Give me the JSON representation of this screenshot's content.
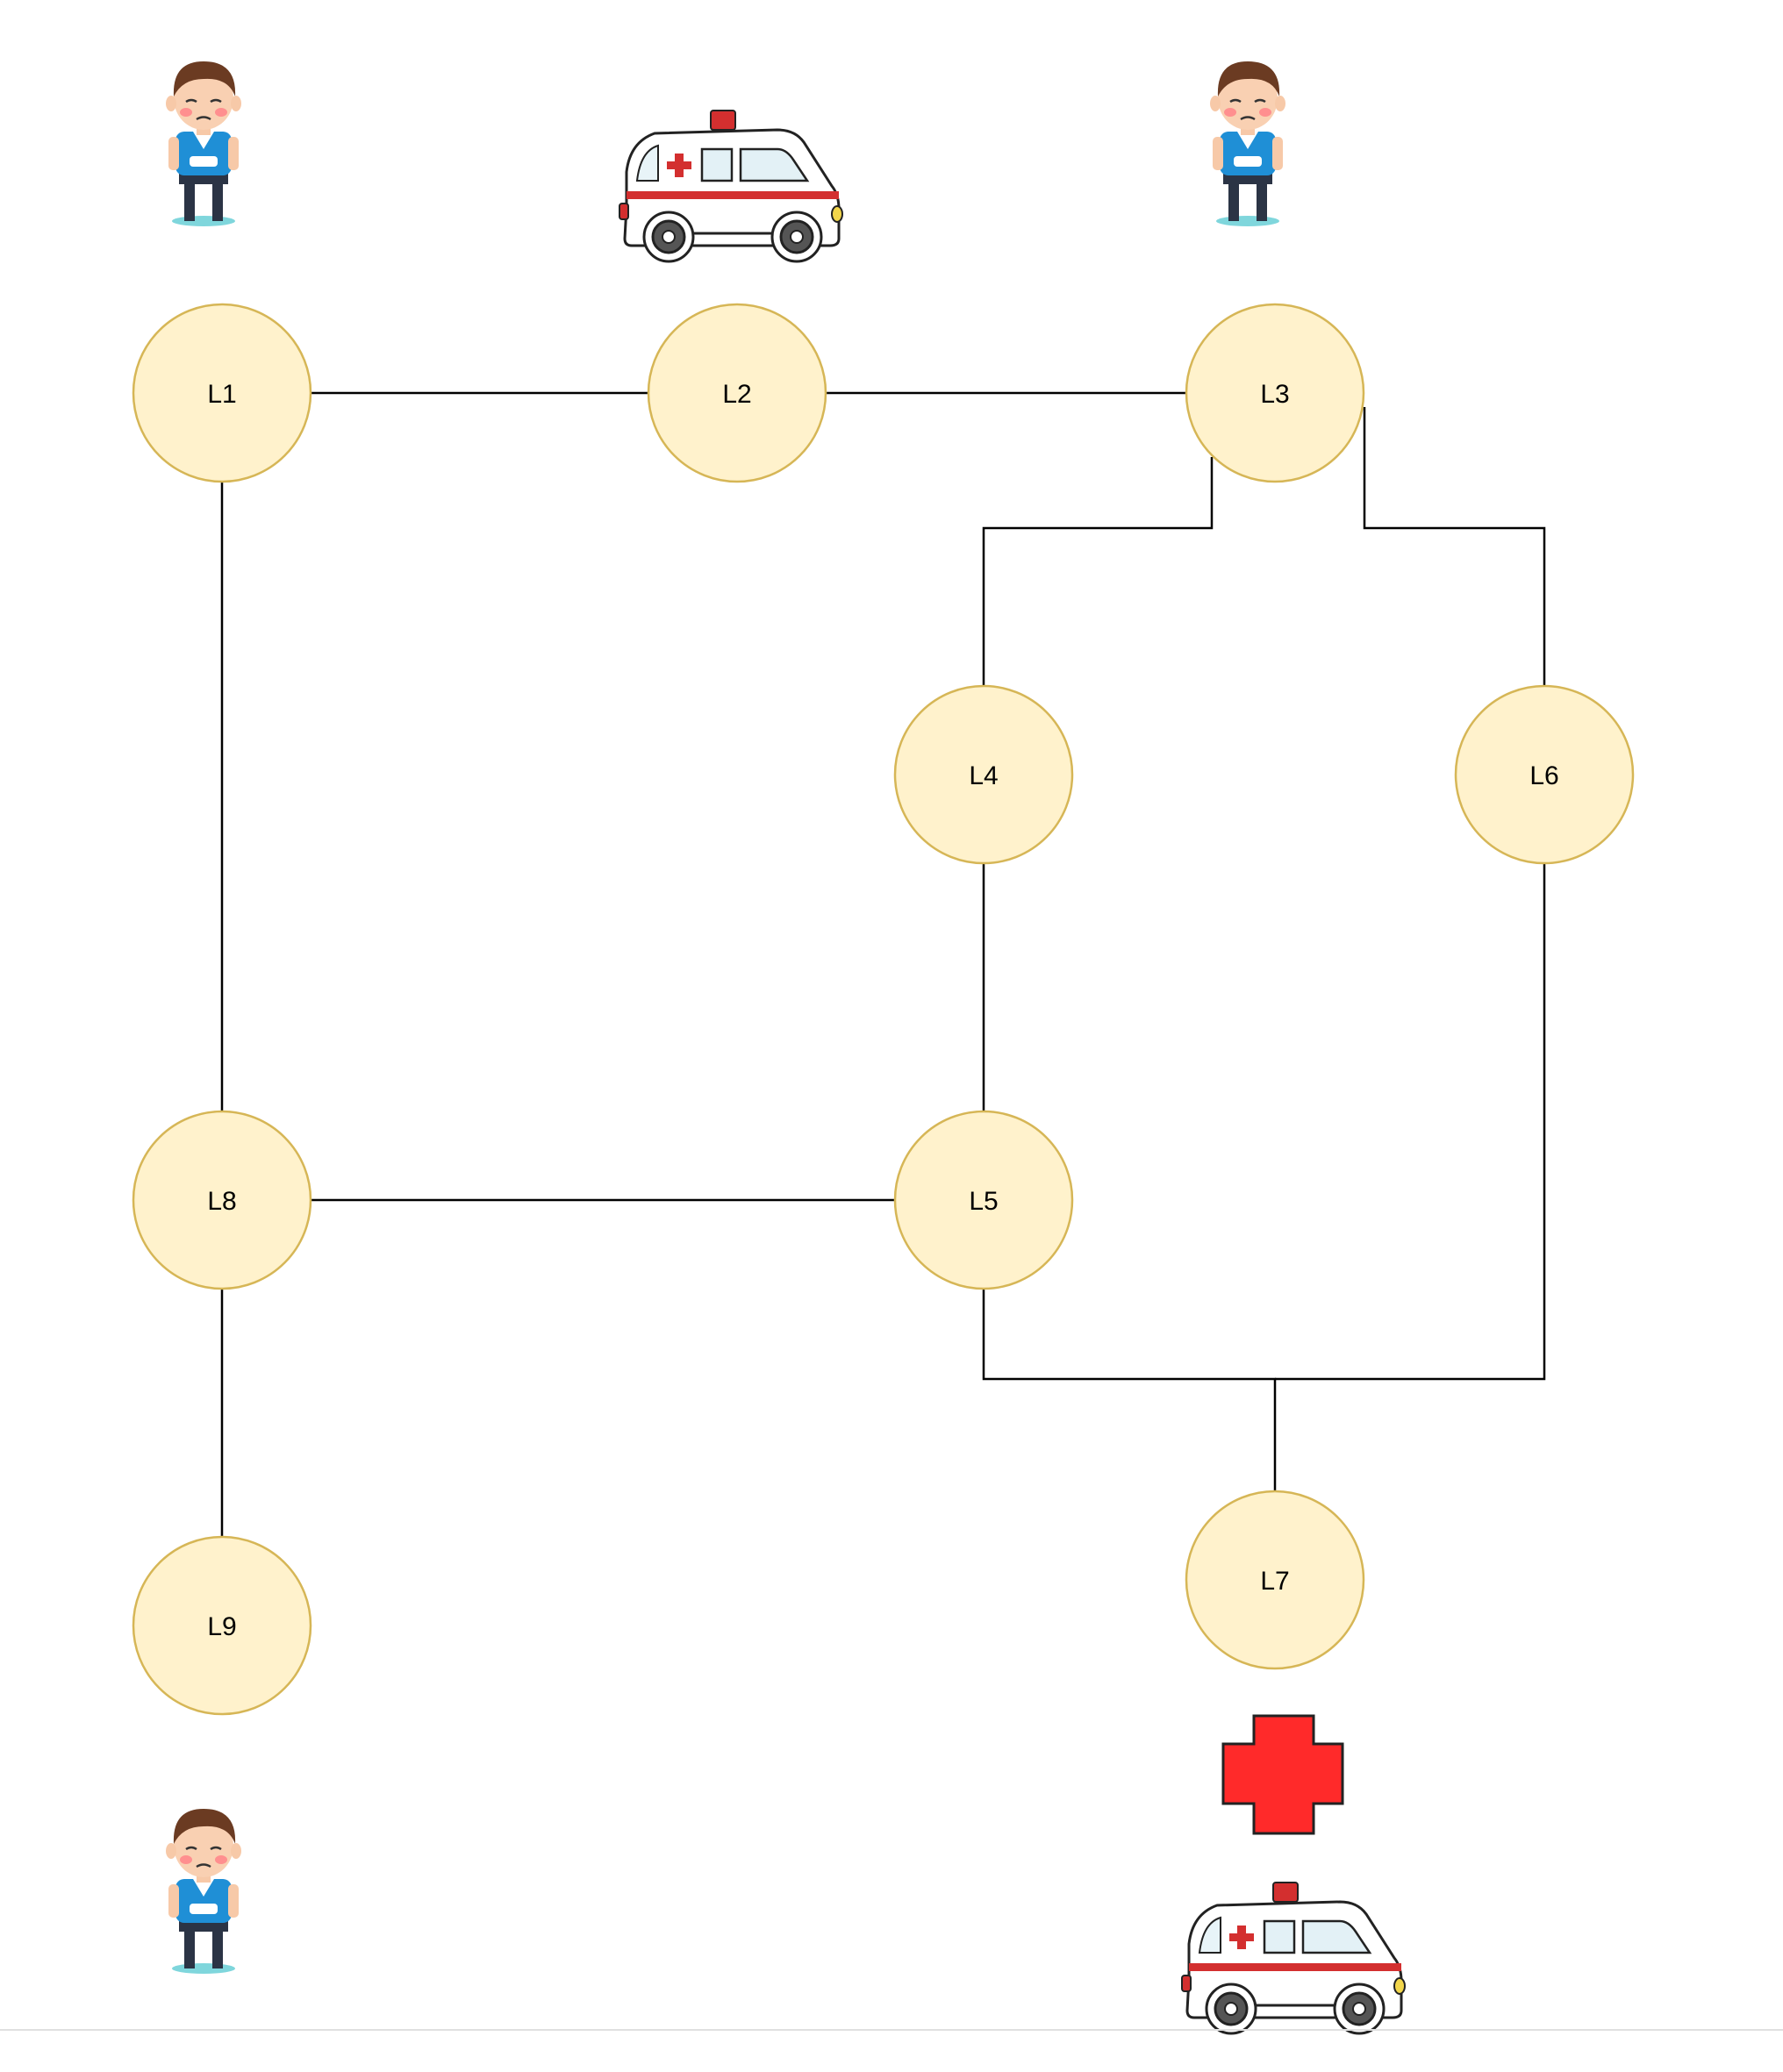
{
  "nodes": [
    {
      "id": "L1",
      "label": "L1"
    },
    {
      "id": "L2",
      "label": "L2"
    },
    {
      "id": "L3",
      "label": "L3"
    },
    {
      "id": "L4",
      "label": "L4"
    },
    {
      "id": "L5",
      "label": "L5"
    },
    {
      "id": "L6",
      "label": "L6"
    },
    {
      "id": "L7",
      "label": "L7"
    },
    {
      "id": "L8",
      "label": "L8"
    },
    {
      "id": "L9",
      "label": "L9"
    }
  ],
  "edges": [
    {
      "from": "L1",
      "to": "L2"
    },
    {
      "from": "L2",
      "to": "L3"
    },
    {
      "from": "L1",
      "to": "L8"
    },
    {
      "from": "L3",
      "to": "L4"
    },
    {
      "from": "L3",
      "to": "L6"
    },
    {
      "from": "L4",
      "to": "L5"
    },
    {
      "from": "L8",
      "to": "L5"
    },
    {
      "from": "L8",
      "to": "L9"
    },
    {
      "from": "L5",
      "to": "L7"
    },
    {
      "from": "L6",
      "to": "L7"
    }
  ],
  "icons": [
    {
      "name": "patient-icon",
      "near": "L1"
    },
    {
      "name": "ambulance-icon",
      "near": "L2"
    },
    {
      "name": "patient-icon",
      "near": "L3"
    },
    {
      "name": "patient-icon",
      "near": "L9"
    },
    {
      "name": "hospital-cross-icon",
      "near": "L7"
    },
    {
      "name": "ambulance-icon",
      "near": "L7"
    }
  ],
  "colors": {
    "node_fill": "#fff2cc",
    "node_stroke": "#d6b656",
    "edge": "#000000",
    "hospital_cross": "#ff2a2a",
    "ambulance_stripe": "#d32f2f"
  }
}
